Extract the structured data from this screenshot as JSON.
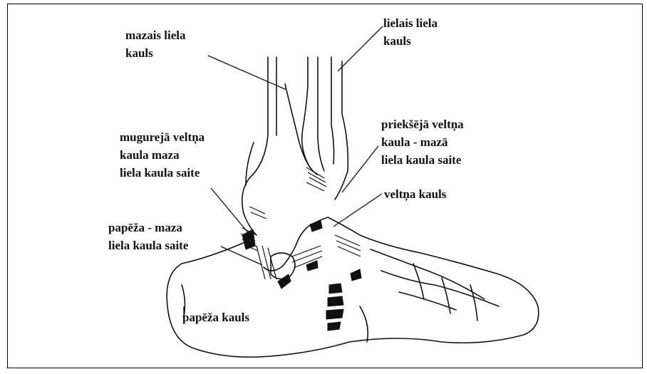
{
  "labels": {
    "fibula": "mazais liela\nkauls",
    "tibia": "lielais liela\nkauls",
    "posterior_talofibular": "mugurejā veltņa\nkaula  maza\nliela kaula saite",
    "anterior_talofibular": "priekšējā veltņa\nkaula - mazā\nliela kaula saite",
    "talus": "veltņa kauls",
    "calcaneofibular": "papēža - maza\nliela kaula saite",
    "calcaneus": "papēža kauls"
  }
}
